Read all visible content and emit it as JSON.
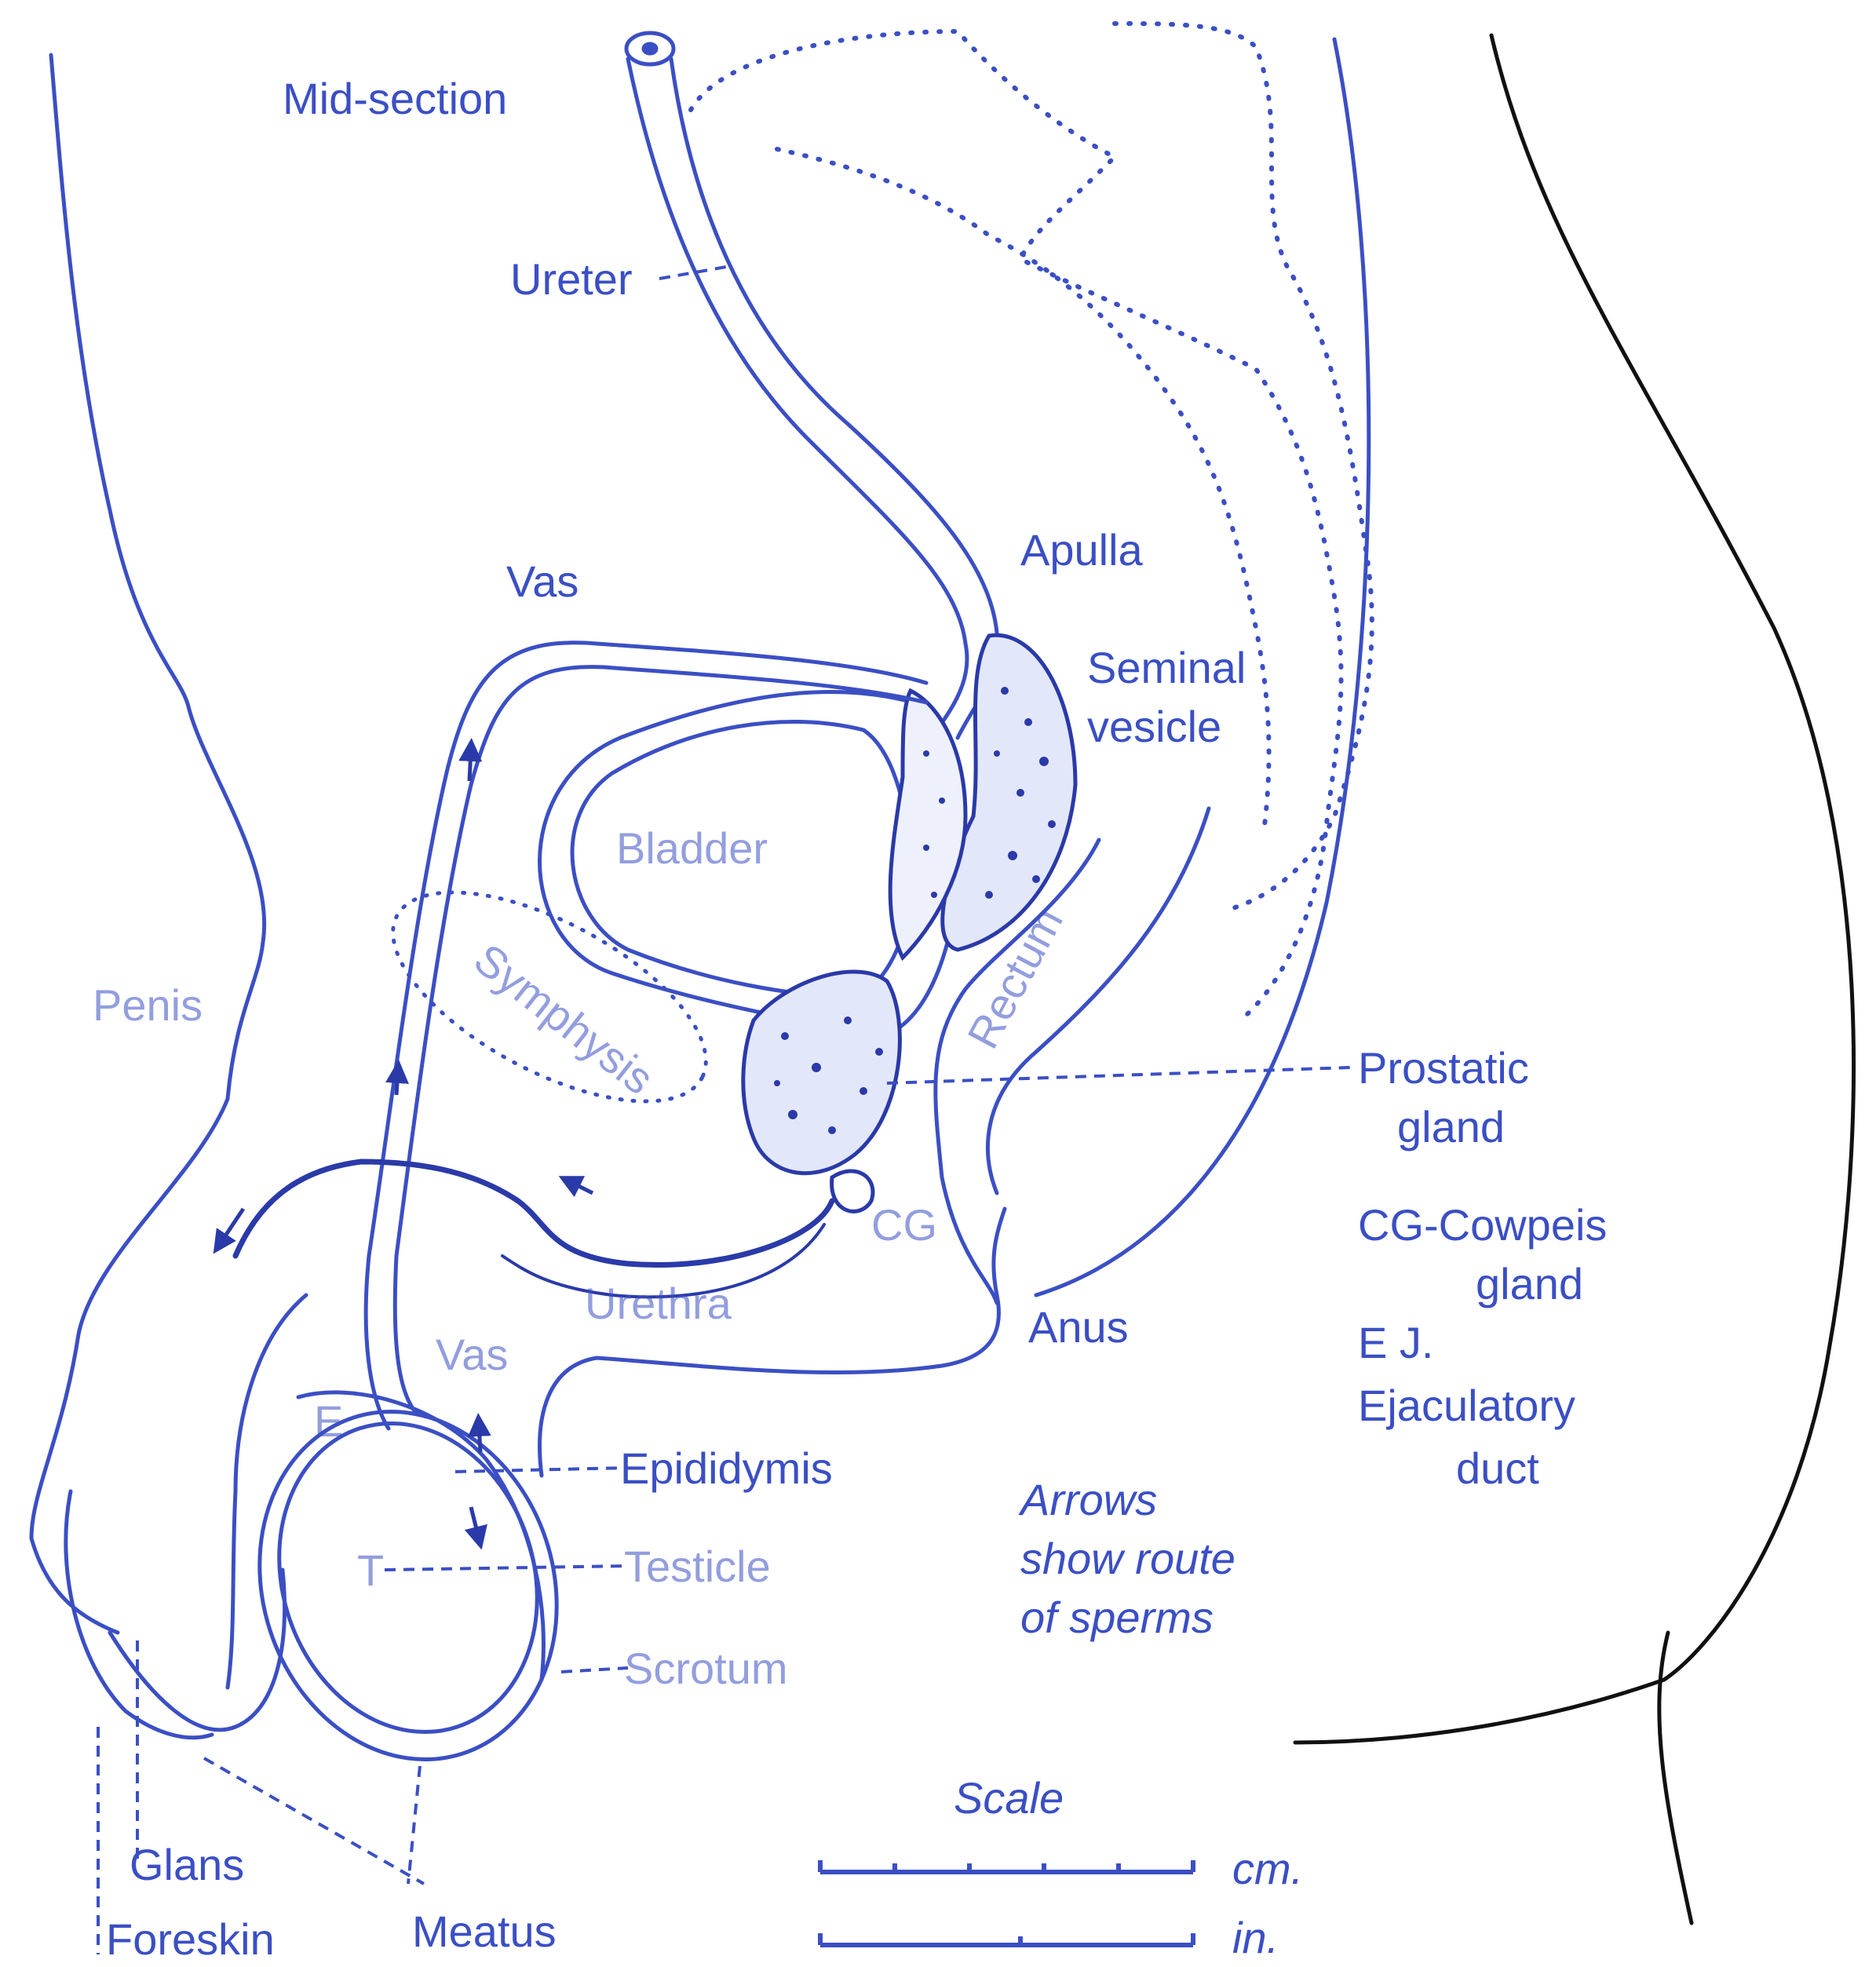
{
  "colors": {
    "ink": "#3b4fc4",
    "ink_dark": "#2a3aa8",
    "ink_faint": "#8090dd",
    "outline_black": "#111111",
    "background": "#ffffff"
  },
  "labels": {
    "mid_section": "Mid-section",
    "ureter": "Ureter",
    "apulla": "Apulla",
    "vas_top": "Vas",
    "seminal_1": "Seminal",
    "seminal_2": "vesicle",
    "bladder": "Bladder",
    "symphysis": "Symphysis",
    "rectum": "Rectum",
    "penis": "Penis",
    "prostatic_1": "Prostatic",
    "prostatic_2": "gland",
    "cg": "CG",
    "cg_key_1": "CG-Cowpeis",
    "cg_key_2": "gland",
    "urethra": "Urethra",
    "anus": "Anus",
    "vas_low": "Vas",
    "ej_key_1": "E J.",
    "ej_key_2": "Ejaculatory",
    "ej_key_3": "duct",
    "e_mark": "E",
    "t_mark": "T",
    "epididymis": "Epididymis",
    "testicle": "Testicle",
    "scrotum": "Scrotum",
    "arrows_1": "Arrows",
    "arrows_2": "show route",
    "arrows_3": "of sperms",
    "glans": "Glans",
    "foreskin": "Foreskin",
    "meatus": "Meatus",
    "scale_title": "Scale",
    "scale_cm": "cm.",
    "scale_in": "in."
  }
}
